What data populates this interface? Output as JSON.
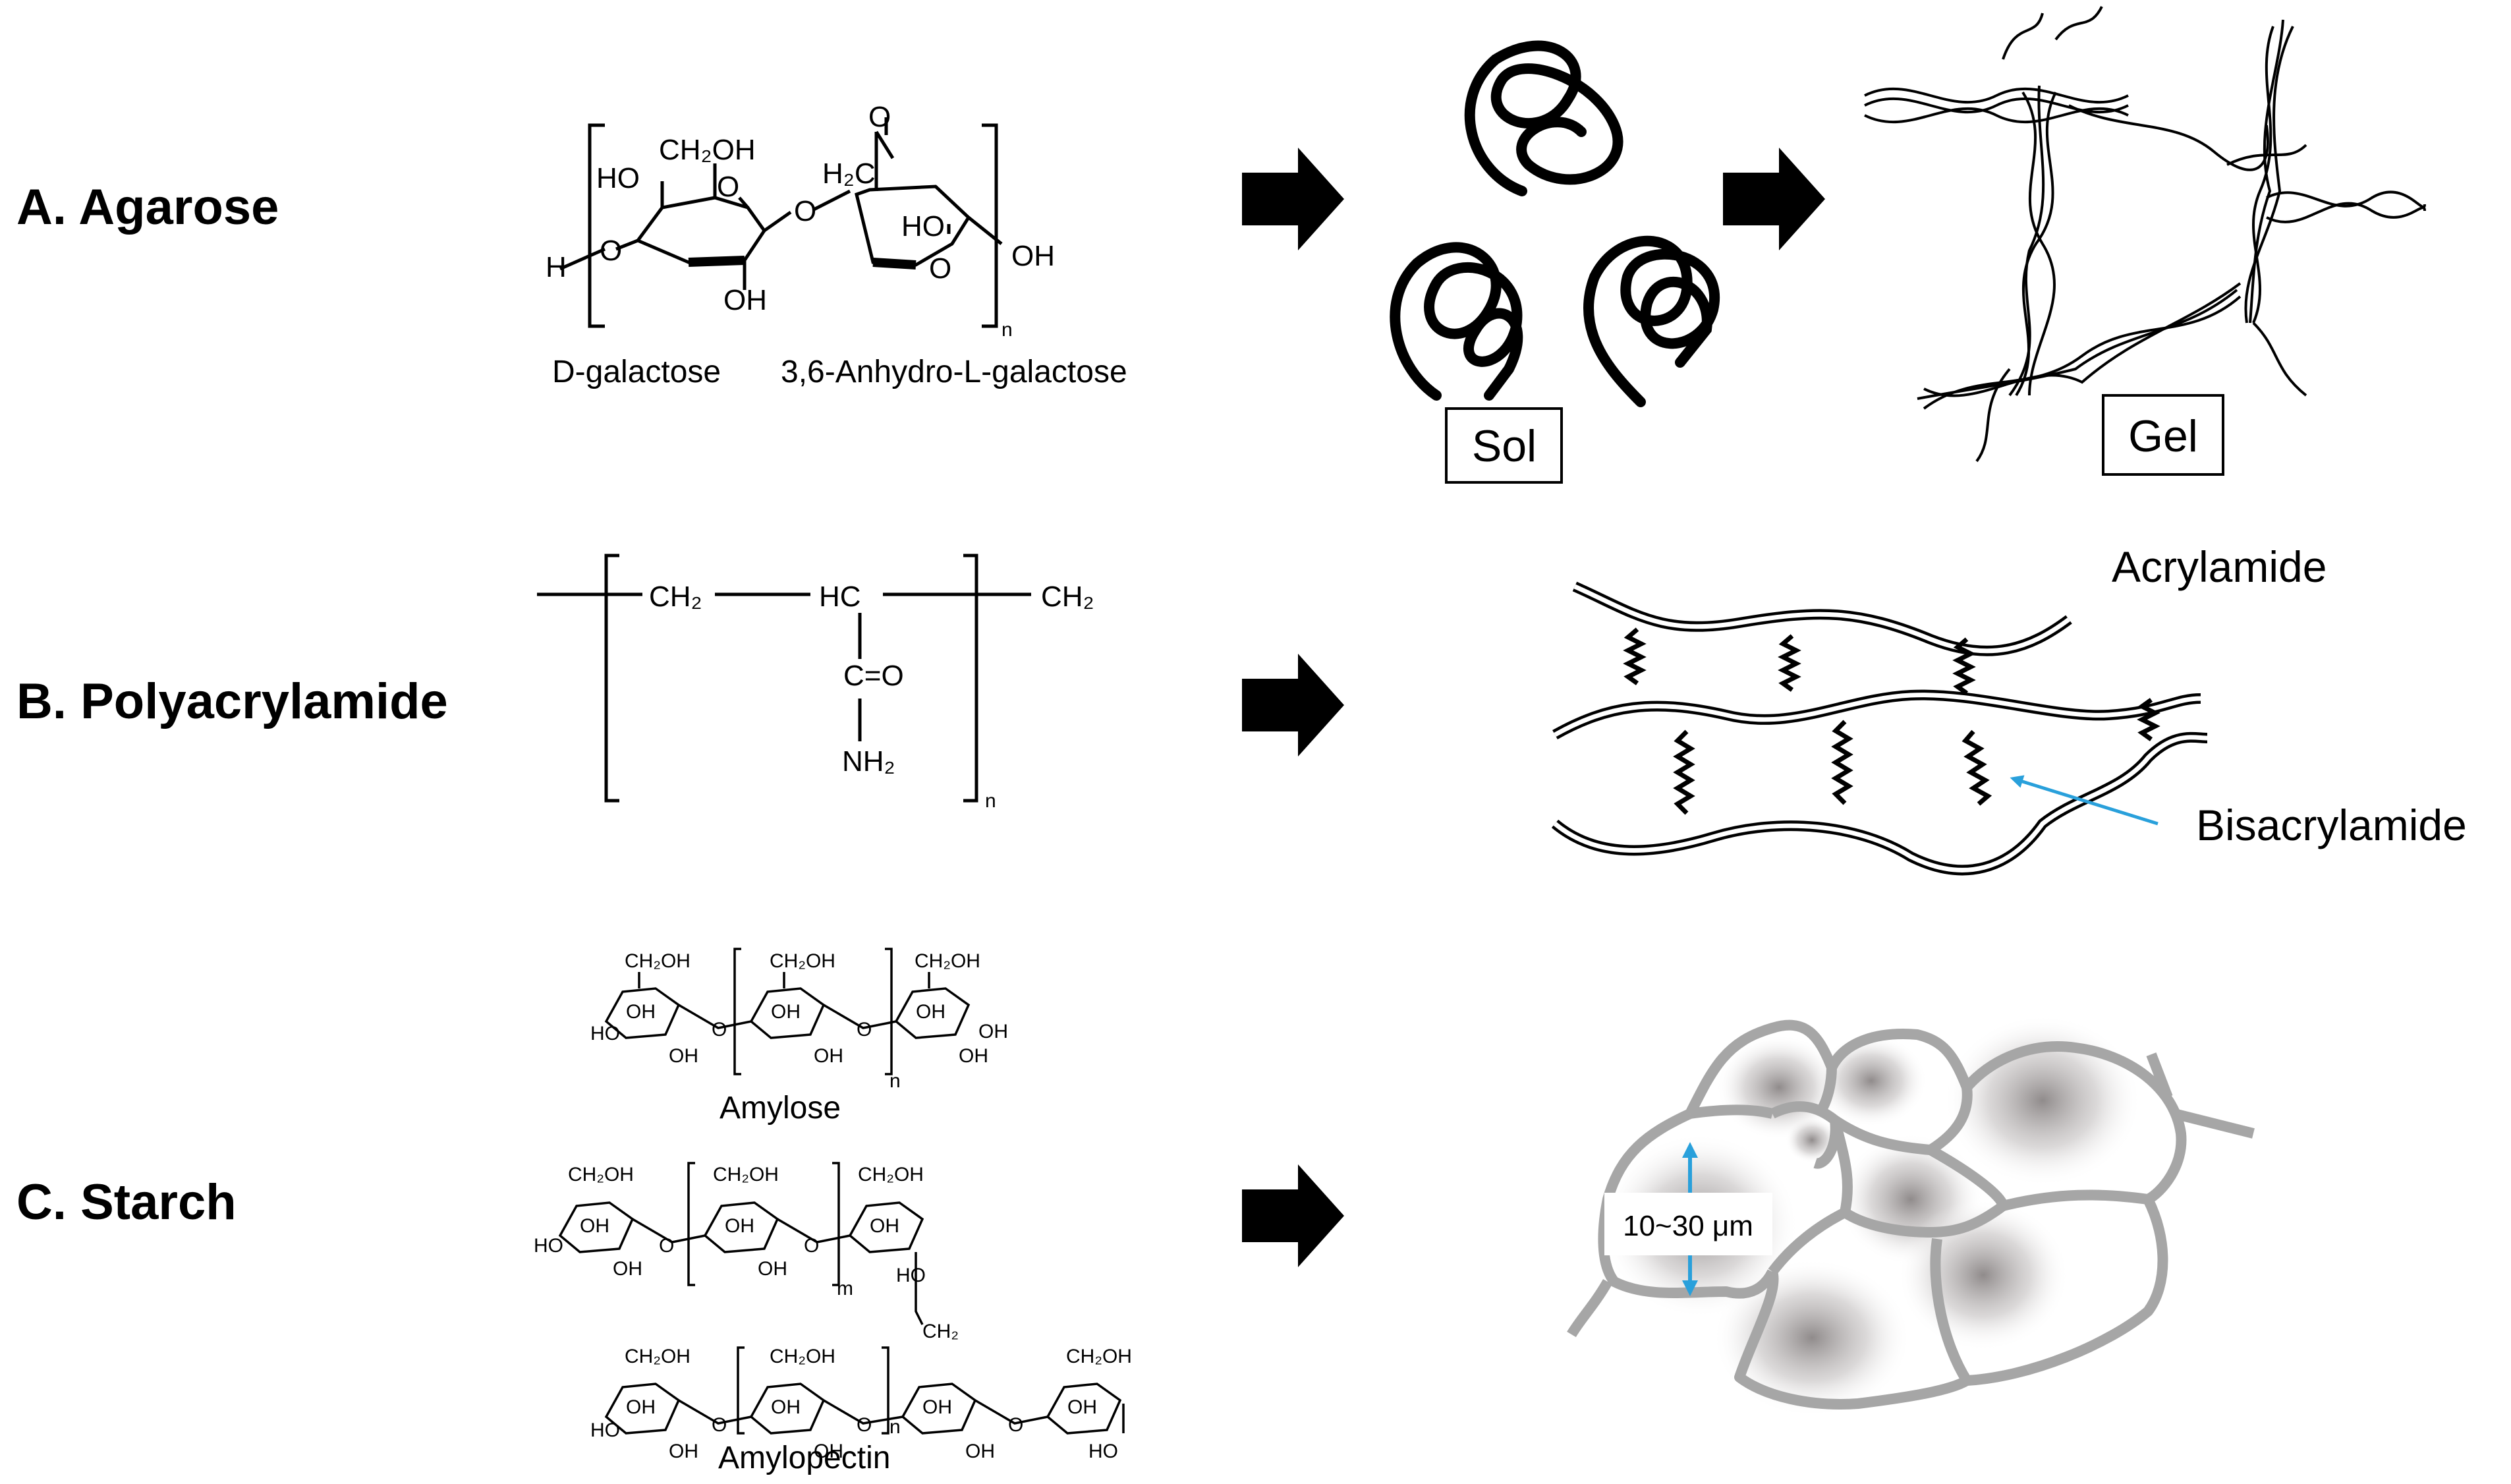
{
  "rows": [
    {
      "title": "A. Agarose",
      "monomer_labels": [
        "D-galactose",
        "3,6-Anhydro-L-galactose"
      ],
      "chem_text": {
        "ch2oh": "CH₂OH",
        "ho": "HO",
        "oh": "OH",
        "o": "O",
        "h2c": "H₂C",
        "h": "H",
        "n": "n"
      },
      "stage_labels": [
        "Sol",
        "Gel"
      ]
    },
    {
      "title": "B. Polyacrylamide",
      "chem_text": {
        "ch2": "CH₂",
        "hc": "HC",
        "co": "C=O",
        "nh2": "NH₂",
        "n": "n"
      },
      "network_labels": {
        "chain": "Acrylamide",
        "crosslink": "Bisacrylamide"
      }
    },
    {
      "title": "C. Starch",
      "structure_labels": [
        "Amylose",
        "Amylopectin"
      ],
      "chem_text": {
        "ch2oh": "CH₂OH",
        "oh": "OH",
        "ho": "HO",
        "o": "O",
        "ch2": "CH₂",
        "n": "n",
        "m": "m"
      },
      "pore_size": "10~30 μm"
    }
  ],
  "colors": {
    "ink": "#000000",
    "accent_blue": "#29a0db",
    "starch_wall": "#a6a6a6",
    "starch_granule": "#8a8585"
  }
}
